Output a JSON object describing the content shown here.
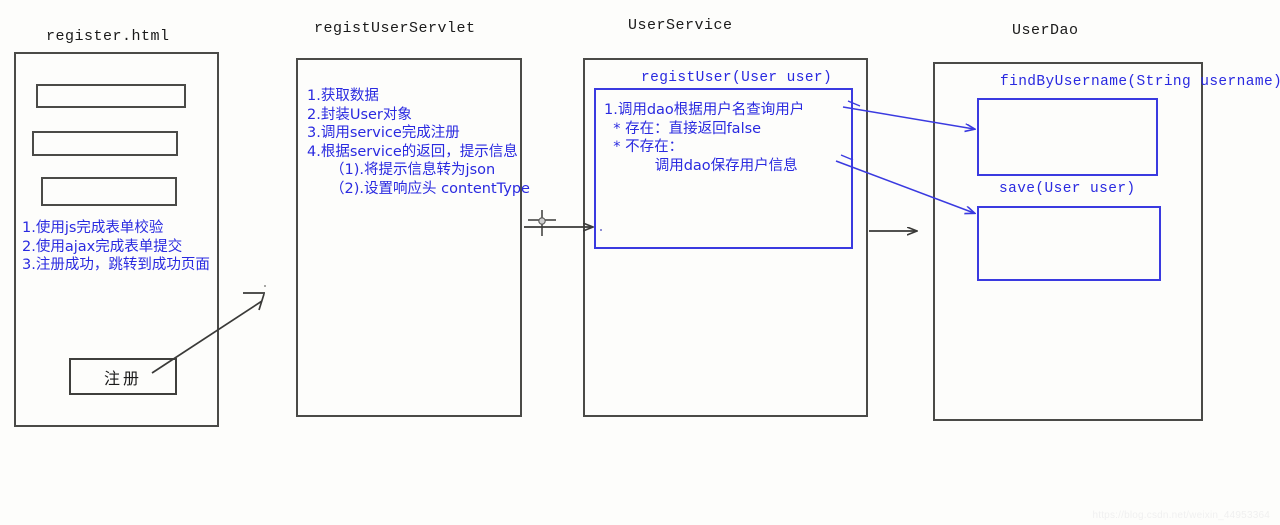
{
  "diagram": {
    "columns": [
      {
        "id": "register-html",
        "title": "register.html",
        "notes": "1.使用js完成表单校验\n2.使用ajax完成表单提交\n3.注册成功，跳转到成功页面",
        "submit_label": "注册",
        "fields": [
          "",
          "",
          ""
        ]
      },
      {
        "id": "regist-user-servlet",
        "title": "registUserServlet",
        "notes": "1.获取数据\n2.封装User对象\n3.调用service完成注册\n4.根据service的返回，提示信息\n     （1).将提示信息转为json\n     （2).设置响应头 contentType"
      },
      {
        "id": "user-service",
        "title": "UserService",
        "method_label": "registUser(User user)",
        "notes": "1.调用dao根据用户名查询用户\n  * 存在：直接返回false\n  * 不存在：\n           调用dao保存用户信息"
      },
      {
        "id": "user-dao",
        "title": "UserDao",
        "methods": [
          {
            "label": "findByUsername(String username)",
            "body": ""
          },
          {
            "label": "save(User user)",
            "body": ""
          }
        ]
      }
    ],
    "colors": {
      "ink": "#2a2ae0",
      "outline": "#4a4a47",
      "background": "#fdfdfb",
      "watermark": "#f0f0f0"
    },
    "watermark": "https://blog.csdn.net/weixin_44953364"
  }
}
